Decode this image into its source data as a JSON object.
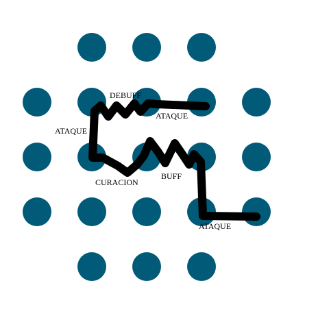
{
  "colors": {
    "background": "#ffffff",
    "dot": "#005a78",
    "path": "#000000"
  },
  "grid": {
    "rows": [
      {
        "dots": [
          false,
          true,
          true,
          true,
          false
        ]
      },
      {
        "dots": [
          true,
          true,
          true,
          true,
          true
        ]
      },
      {
        "dots": [
          true,
          true,
          true,
          true,
          true
        ]
      },
      {
        "dots": [
          true,
          true,
          true,
          true,
          true
        ]
      },
      {
        "dots": [
          false,
          true,
          true,
          true,
          false
        ]
      }
    ]
  },
  "labels": {
    "debuff": "DEBUFF",
    "ataque_left": "ATAQUE",
    "ataque_top": "ATAQUE",
    "curacion": "CURACION",
    "buff": "BUFF",
    "ataque_bottom": "ATAQUE"
  }
}
